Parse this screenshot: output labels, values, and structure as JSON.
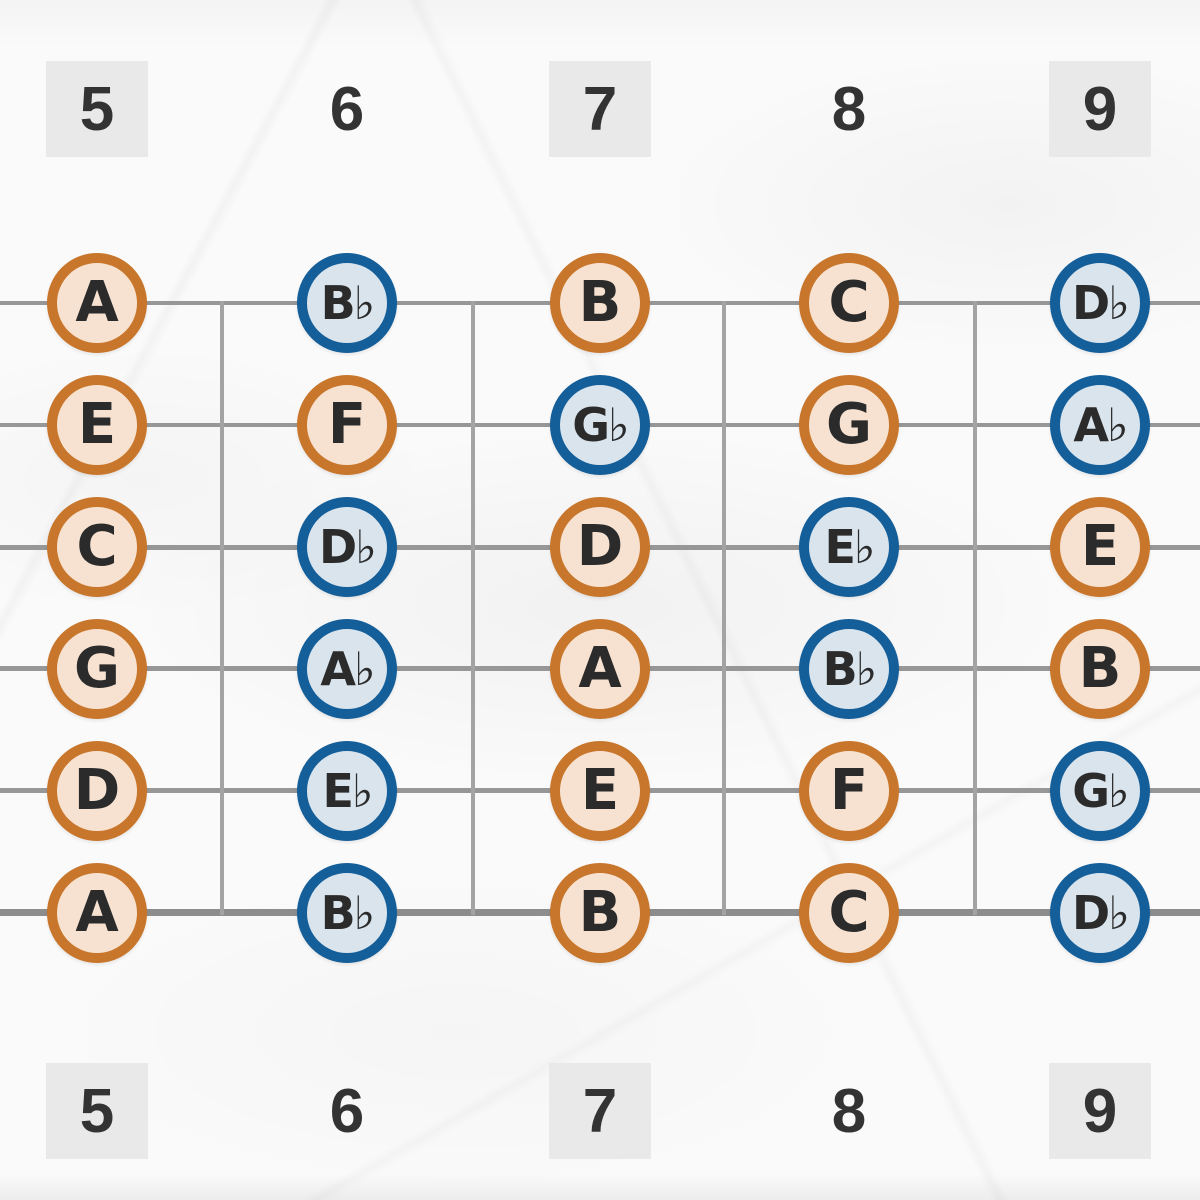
{
  "frets": [
    {
      "label": "5",
      "marker_square": true
    },
    {
      "label": "6",
      "marker_square": false
    },
    {
      "label": "7",
      "marker_square": true
    },
    {
      "label": "8",
      "marker_square": false
    },
    {
      "label": "9",
      "marker_square": true
    }
  ],
  "strings": [
    {
      "name": "string-1",
      "notes": [
        {
          "label": "A",
          "type": "natural"
        },
        {
          "label": "B♭",
          "type": "flat"
        },
        {
          "label": "B",
          "type": "natural"
        },
        {
          "label": "C",
          "type": "natural"
        },
        {
          "label": "D♭",
          "type": "flat"
        }
      ]
    },
    {
      "name": "string-2",
      "notes": [
        {
          "label": "E",
          "type": "natural"
        },
        {
          "label": "F",
          "type": "natural"
        },
        {
          "label": "G♭",
          "type": "flat"
        },
        {
          "label": "G",
          "type": "natural"
        },
        {
          "label": "A♭",
          "type": "flat"
        }
      ]
    },
    {
      "name": "string-3",
      "notes": [
        {
          "label": "C",
          "type": "natural"
        },
        {
          "label": "D♭",
          "type": "flat"
        },
        {
          "label": "D",
          "type": "natural"
        },
        {
          "label": "E♭",
          "type": "flat"
        },
        {
          "label": "E",
          "type": "natural"
        }
      ]
    },
    {
      "name": "string-4",
      "notes": [
        {
          "label": "G",
          "type": "natural"
        },
        {
          "label": "A♭",
          "type": "flat"
        },
        {
          "label": "A",
          "type": "natural"
        },
        {
          "label": "B♭",
          "type": "flat"
        },
        {
          "label": "B",
          "type": "natural"
        }
      ]
    },
    {
      "name": "string-5",
      "notes": [
        {
          "label": "D",
          "type": "natural"
        },
        {
          "label": "E♭",
          "type": "flat"
        },
        {
          "label": "E",
          "type": "natural"
        },
        {
          "label": "F",
          "type": "natural"
        },
        {
          "label": "G♭",
          "type": "flat"
        }
      ]
    },
    {
      "name": "string-6",
      "notes": [
        {
          "label": "A",
          "type": "natural"
        },
        {
          "label": "B♭",
          "type": "flat"
        },
        {
          "label": "B",
          "type": "natural"
        },
        {
          "label": "C",
          "type": "natural"
        },
        {
          "label": "D♭",
          "type": "flat"
        }
      ]
    }
  ],
  "colors": {
    "natural_border": "#C8762B",
    "natural_fill": "#F7E2D1",
    "flat_border": "#145E99",
    "flat_fill": "#D9E4ED",
    "note_text": "#2B2B2B",
    "string_line": "#979797",
    "fret_line": "#A3A3A3",
    "marker_square": "#E7E7E7",
    "fret_number": "#333333",
    "paper": "#FAFAFA"
  }
}
